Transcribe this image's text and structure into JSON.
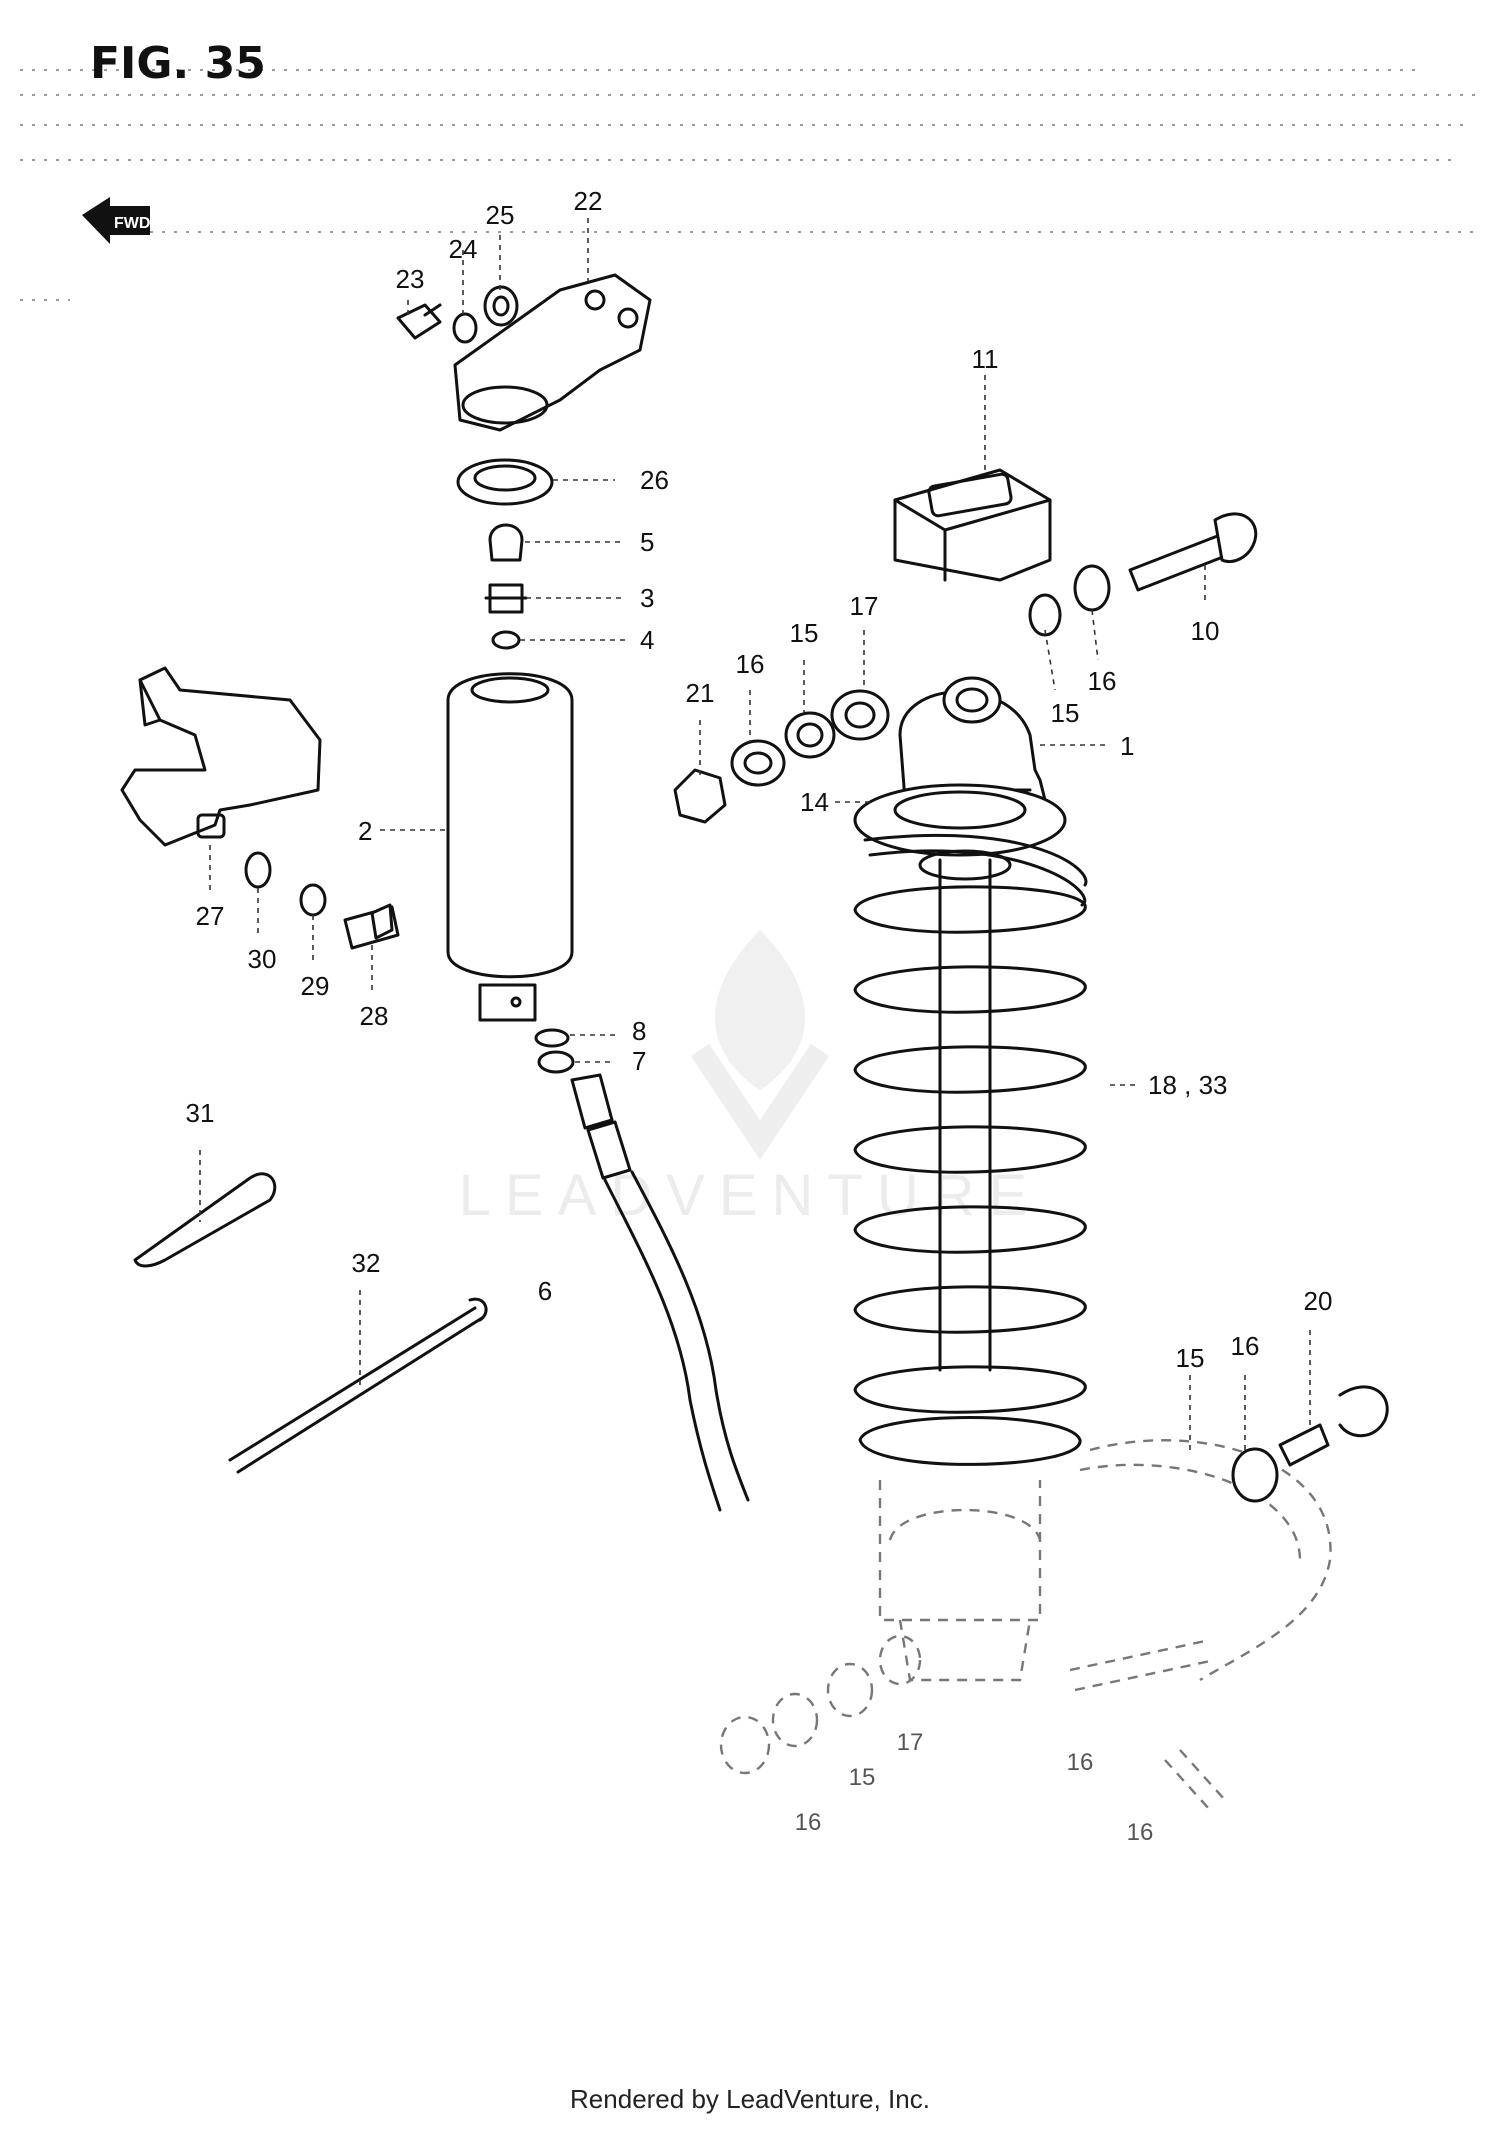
{
  "figure": {
    "title": "FIG. 35",
    "front_marker_text": "FWD"
  },
  "callouts": {
    "c1": "1",
    "c2": "2",
    "c3": "3",
    "c4": "4",
    "c5": "5",
    "c6": "6",
    "c7": "7",
    "c8": "8",
    "c10": "10",
    "c11": "11",
    "c14": "14",
    "c15a": "15",
    "c15b": "15",
    "c15c": "15",
    "c16a": "16",
    "c16b": "16",
    "c16c": "16",
    "c17": "17",
    "c18_33": "18 , 33",
    "c20": "20",
    "c21": "21",
    "c22": "22",
    "c23": "23",
    "c24": "24",
    "c25": "25",
    "c26": "26",
    "c27": "27",
    "c28": "28",
    "c29": "29",
    "c30": "30",
    "c31": "31",
    "c32": "32"
  },
  "faded_callouts": {
    "f17": "17",
    "f15": "15",
    "f16": "16",
    "f16b": "16",
    "f16c": "16"
  },
  "watermark": {
    "text": "LEADVENTURE"
  },
  "footer": {
    "text": "Rendered by LeadVenture, Inc."
  }
}
